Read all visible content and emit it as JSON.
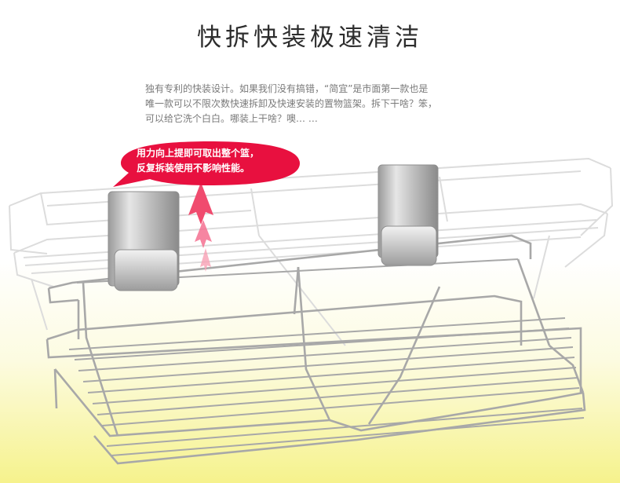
{
  "headline": "快拆快装极速清洁",
  "description": {
    "line1": "独有专利的快装设计。如果我们没有搞错，“简宜”是市面第一款也是",
    "line2": "唯一款可以不限次数快速拆卸及快速安装的置物篮架。拆下干啥？笨，",
    "line3": "可以给它洗个白白。哪装上干啥？噢…  …"
  },
  "callout": {
    "line1": "用力向上提即可取出整个篮，",
    "line2": "反复拆装使用不影响性能。"
  },
  "colors": {
    "callout_fill": "#e8103f",
    "arrow": "#f04b6e",
    "headline": "#2d2d2d",
    "body_text": "#7a7a7a"
  },
  "icons": {
    "product": "wire-shelf-basket-image",
    "hooks": "stainless-wall-hook-image",
    "arrows": "up-arrow-icon"
  }
}
